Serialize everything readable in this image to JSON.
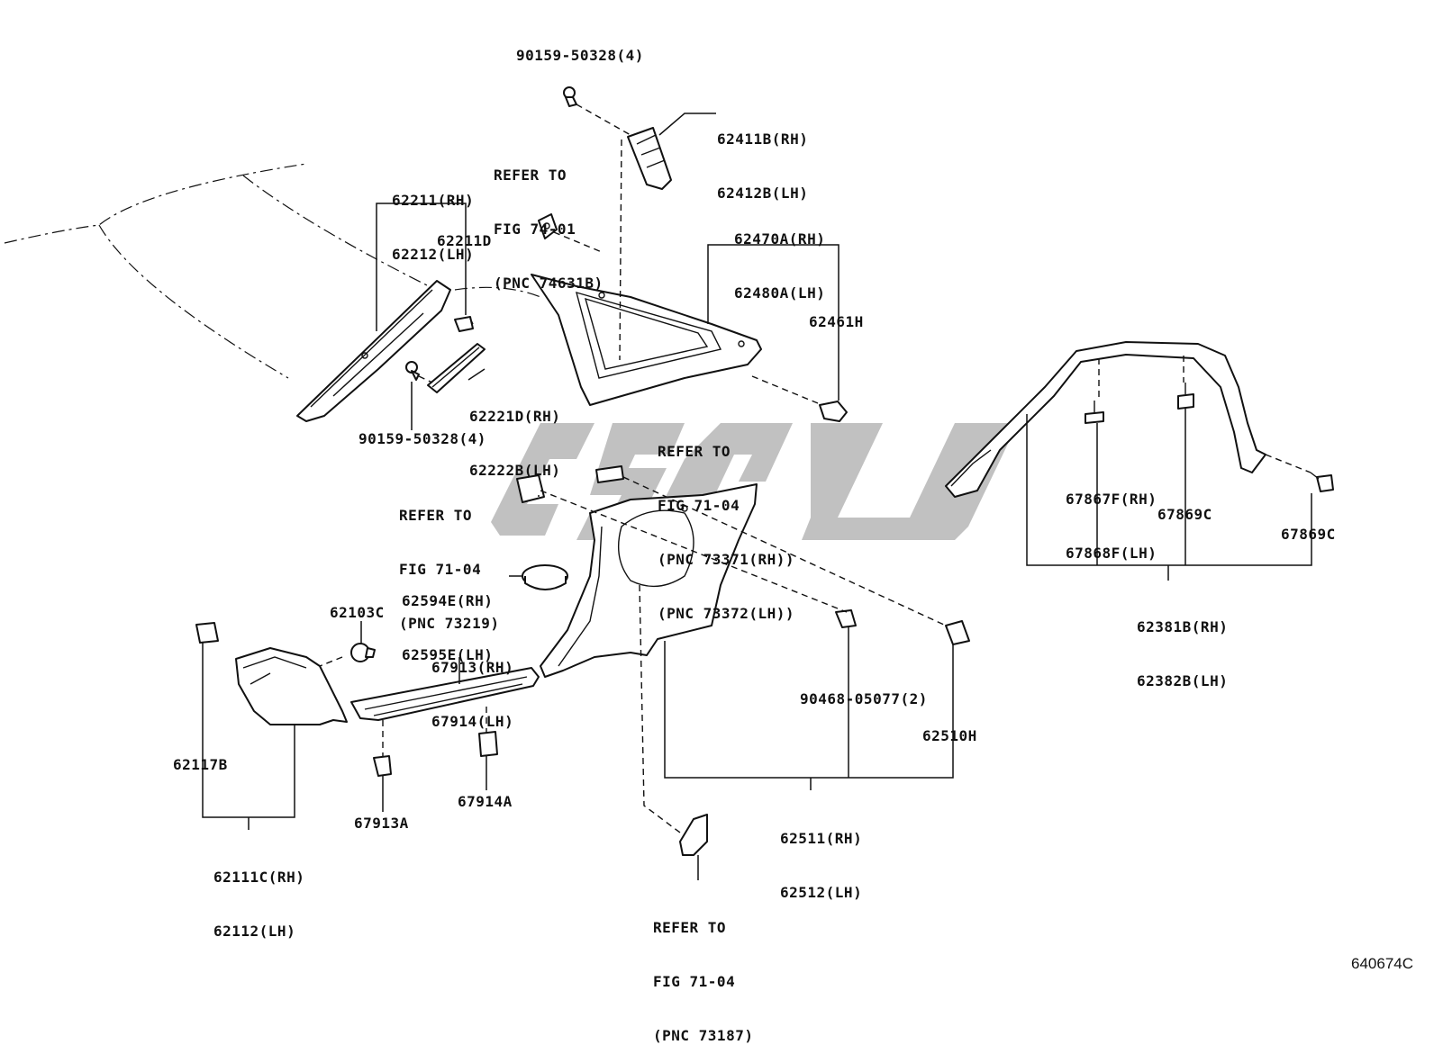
{
  "labels": {
    "bolt_top": "90159-50328(4)",
    "pillar_garnish_upper_rh": "62411B(RH)",
    "pillar_garnish_upper_lh": "62412B(LH)",
    "ref_74_01": [
      "REFER TO",
      "FIG 74-01",
      "(PNC 74631B)"
    ],
    "front_pillar_rh": "62211(RH)",
    "front_pillar_lh": "62212(LH)",
    "clip_62211d": "62211D",
    "quarter_trim_rh": "62470A(RH)",
    "quarter_trim_lh": "62480A(LH)",
    "clip_62461h": "62461H",
    "weatherstrip_rh": "62221D(RH)",
    "weatherstrip_lh": "62222B(LH)",
    "bolt_mid": "90159-50328(4)",
    "ref_73371": [
      "REFER TO",
      "FIG 71-04",
      "(PNC 73371(RH))",
      "(PNC 73372(LH))"
    ],
    "ref_73219": [
      "REFER TO",
      "FIG 71-04",
      "(PNC 73219)"
    ],
    "roof_side_clip_rh": "67867F(RH)",
    "roof_side_clip_lh": "67868F(LH)",
    "clip_67869c_a": "67869C",
    "clip_67869c_b": "67869C",
    "roof_side_rail_rh": "62381B(RH)",
    "roof_side_rail_lh": "62382B(LH)",
    "cap_rh": "62594E(RH)",
    "cap_lh": "62595E(LH)",
    "clip_62103c": "62103C",
    "scuff_plate_rh": "67913(RH)",
    "scuff_plate_lh": "67914(LH)",
    "clip_90468": "90468-05077(2)",
    "clip_62510h": "62510H",
    "clip_62117b": "62117B",
    "clip_67913a": "67913A",
    "clip_67914a": "67914A",
    "cowl_side_rh": "62111C(RH)",
    "cowl_side_lh": "62112(LH)",
    "rear_side_trim_rh": "62511(RH)",
    "rear_side_trim_lh": "62512(LH)",
    "ref_73187": [
      "REFER TO",
      "FIG 71-04",
      "(PNC 73187)"
    ],
    "figure_id": "640674C"
  },
  "colors": {
    "line": "#111111",
    "watermark": "#a9a9a9",
    "background": "#ffffff"
  }
}
